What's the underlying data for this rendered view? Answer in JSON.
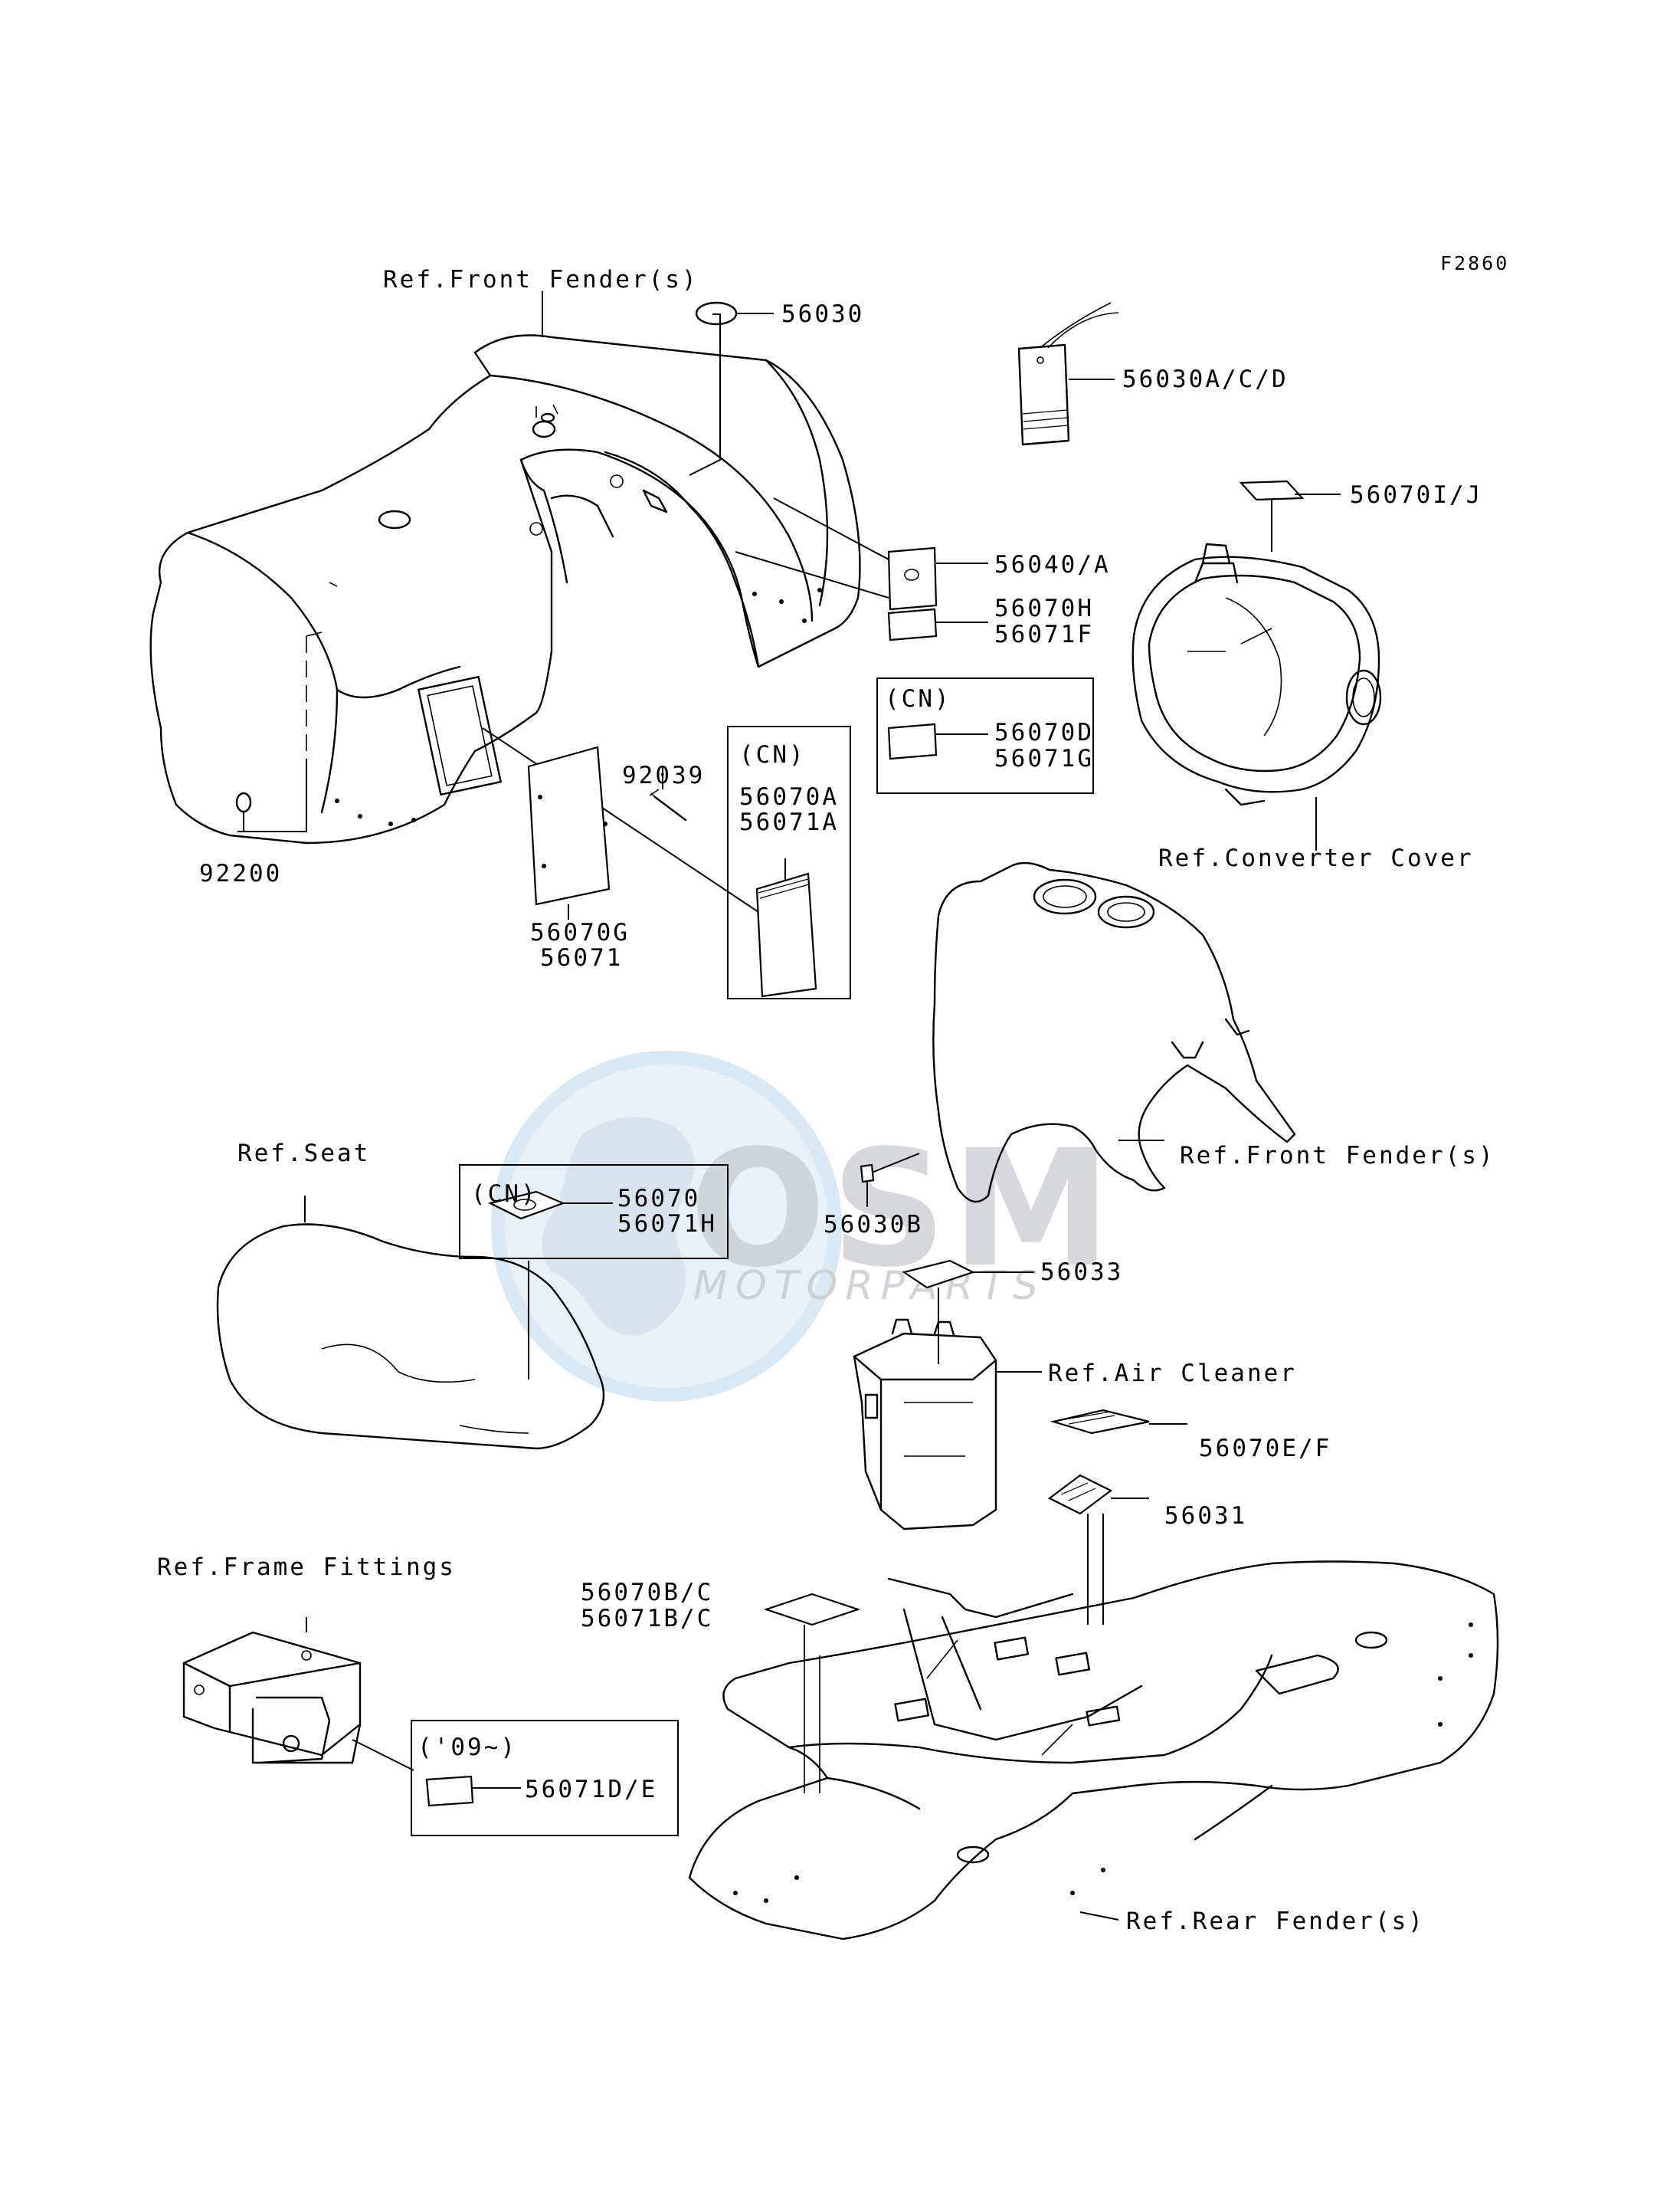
{
  "figure_id": "F2860",
  "references": {
    "front_fender_top": "Ref.Front Fender(s)",
    "converter_cover": "Ref.Converter Cover",
    "seat": "Ref.Seat",
    "front_fender_mid": "Ref.Front Fender(s)",
    "air_cleaner": "Ref.Air Cleaner",
    "frame_fittings": "Ref.Frame Fittings",
    "rear_fender": "Ref.Rear Fender(s)"
  },
  "parts": {
    "p56030": "56030",
    "p56030acd": "56030A/C/D",
    "p56070ij": "56070I/J",
    "p56040a": "56040/A",
    "p56070h": "56070H",
    "p56071f": "56071F",
    "p56070d": "56070D",
    "p56071g": "56071G",
    "p92039": "92039",
    "p56070a": "56070A",
    "p56071a": "56071A",
    "p92200": "92200",
    "p56070g": "56070G",
    "p56071": "56071",
    "p56070": "56070",
    "p56071h": "56071H",
    "p56030b": "56030B",
    "p56033": "56033",
    "p56070ef": "56070E/F",
    "p56031": "56031",
    "p56070bc": "56070B/C",
    "p56071bc": "56071B/C",
    "p56071de": "56071D/E"
  },
  "boxes": {
    "cn": "(CN)",
    "y09": "('09~)"
  },
  "watermark": {
    "brand": "OSM",
    "sub": "MOTORPARTS",
    "color": "#c9ccd0",
    "globe_color": "#cfe3f2"
  }
}
